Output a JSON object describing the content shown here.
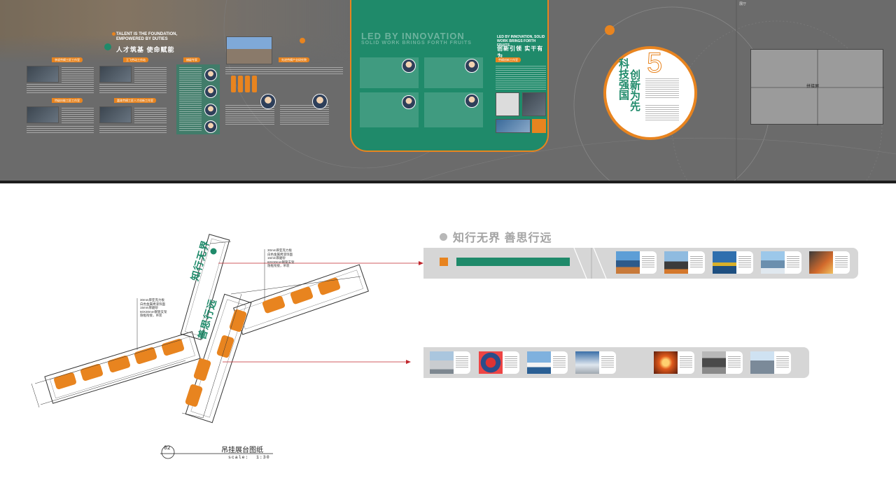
{
  "elevation": {
    "panel1": {
      "title_en": "TALENT IS THE FOUNDATION, EMPOWERED BY DUTIES",
      "title_cn": "人才筑基  使命赋能",
      "tags": [
        "李斌劳模工匠工作室",
        "王飞劳动工作站",
        "梯级专家",
        "特级技能工匠工作室",
        "嘉珠劳模工匠人才创新工作室",
        "先进劳模产业研究院"
      ]
    },
    "panel2": {
      "title_en_left": "LED BY INNOVATION",
      "title_en_left_sub": "SOLID WORK BRINGS FORTH FRUITS",
      "title_en_right": "LED BY INNOVATION, SOLID WORK BRINGS FORTH FRUITS",
      "title_cn": "创新引领  实干有为",
      "tag": "劳模创新工作室"
    },
    "panel3": {
      "number": "5",
      "title_cn_a": "科技强国",
      "title_cn_b": "创新为先"
    },
    "screen_label": "拼接屏",
    "corner_label": "展厅"
  },
  "plan": {
    "title": "吊挂展台图纸",
    "scale_label": "scale:",
    "scale_value": "1:30",
    "number": "02",
    "arm_text_a": "知行无界",
    "arm_text_b": "善思行远",
    "note_left": "30mm厚亚克力板\n白色金属烤漆饰面\n15mm厚磨砂\n60X30mm钢管支架\n隐框衔接，吊装",
    "note_top": "30mm厚亚克力板\n白色金属烤漆饰面\n15mm厚磨砂\n60X30mm钢管支架\n隐框衔接，吊装"
  },
  "side_view": {
    "title": "知行无界  善思行远"
  },
  "colors": {
    "wall": "#6b6b6b",
    "accent_orange": "#e8841f",
    "accent_green": "#1f8a6a",
    "strip": "#d6d6d6",
    "leader": "#c0272d"
  }
}
